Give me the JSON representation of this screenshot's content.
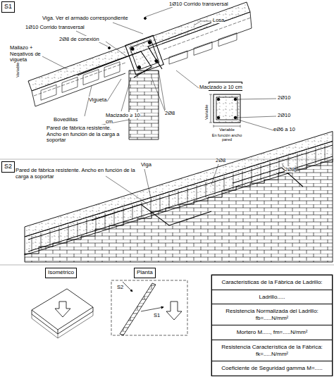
{
  "diagram": {
    "nodes": [
      {
        "text": [
          "S1"
        ]
      },
      {
        "text": [
          "Viga"
        ]
      },
      {
        "text": [
          "S2"
        ]
      },
      {
        "text": [
          "Isométrico"
        ]
      },
      {
        "text": [
          "Planta"
        ]
      },
      {
        "text": [
          "Características de la Fábrica de Ladrillo:"
        ]
      },
      {
        "text": [
          "Ladrillo....."
        ]
      },
      {
        "text": [
          "Resistencia Normalizada del Ladrillo: fb=.....N/mm²"
        ]
      },
      {
        "text": [
          "Mortero M....., fm=.....N/mm²"
        ]
      },
      {
        "text": [
          "Resistencia Característica de la Fábrica: fk=.....N/mm²"
        ]
      },
      {
        "text": [
          "Coeficiente de Seguridad gamma M=....."
        ]
      }
    ],
    "labels": [
      "Viga. Ver el armado correspondiente",
      "1Ø10 Corrido transversal",
      "Losa",
      "1Ø10 Corrido transversal",
      "2Ø8 de conexión",
      "Mallazo + Negativos de vigueta",
      "Variable",
      "Macizado ≥ 10 cm",
      "Vigueta",
      "Macizado ≥ 10 cm",
      "2Ø8",
      "Bovedillas",
      "Pared de fábrica resistente. Ancho en función de la carga a soportar",
      "2Ø10",
      "2Ø10",
      "Variable",
      "Variable",
      "En función ancho pared",
      "eØ6 a 10",
      "Pared de fábrica resistente. Ancho en función de la carga a soportar",
      "Viga",
      "2Ø8",
      "2Ø8",
      "S2",
      "S1"
    ]
  }
}
